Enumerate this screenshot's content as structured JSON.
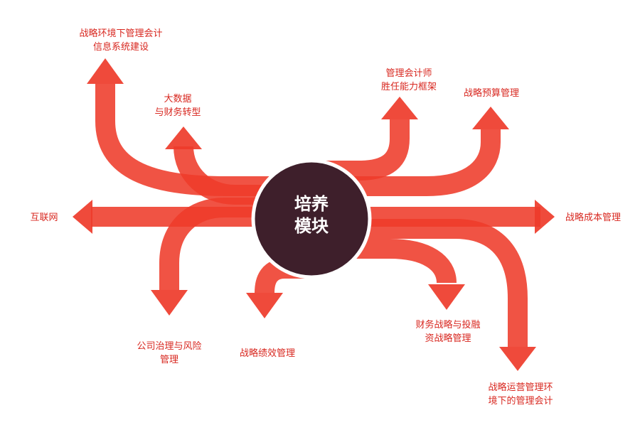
{
  "center": {
    "line1": "培养",
    "line2": "模块",
    "color": "#3e1f2b"
  },
  "colors": {
    "arrow": "#ee3b2a",
    "arrow_dark": "#d6271c",
    "label": "#d8271f"
  },
  "labels": {
    "top_left": {
      "line1": "战略环境下管理会计",
      "line2": "信息系统建设"
    },
    "big_data": {
      "line1": "大数据",
      "line2": "与财务转型"
    },
    "top_right": {
      "line1": "管理会计师",
      "line2": "胜任能力框架"
    },
    "budget": {
      "line1": "战略预算管理"
    },
    "left": {
      "line1": "互联网"
    },
    "right": {
      "line1": "战略成本管理"
    },
    "governance": {
      "line1": "公司治理与风险",
      "line2": "管理"
    },
    "performance": {
      "line1": "战略绩效管理"
    },
    "finance": {
      "line1": "财务战略与投融",
      "line2": "资战略管理"
    },
    "operations": {
      "line1": "战略运营管理环",
      "line2": "境下的管理会计"
    }
  }
}
